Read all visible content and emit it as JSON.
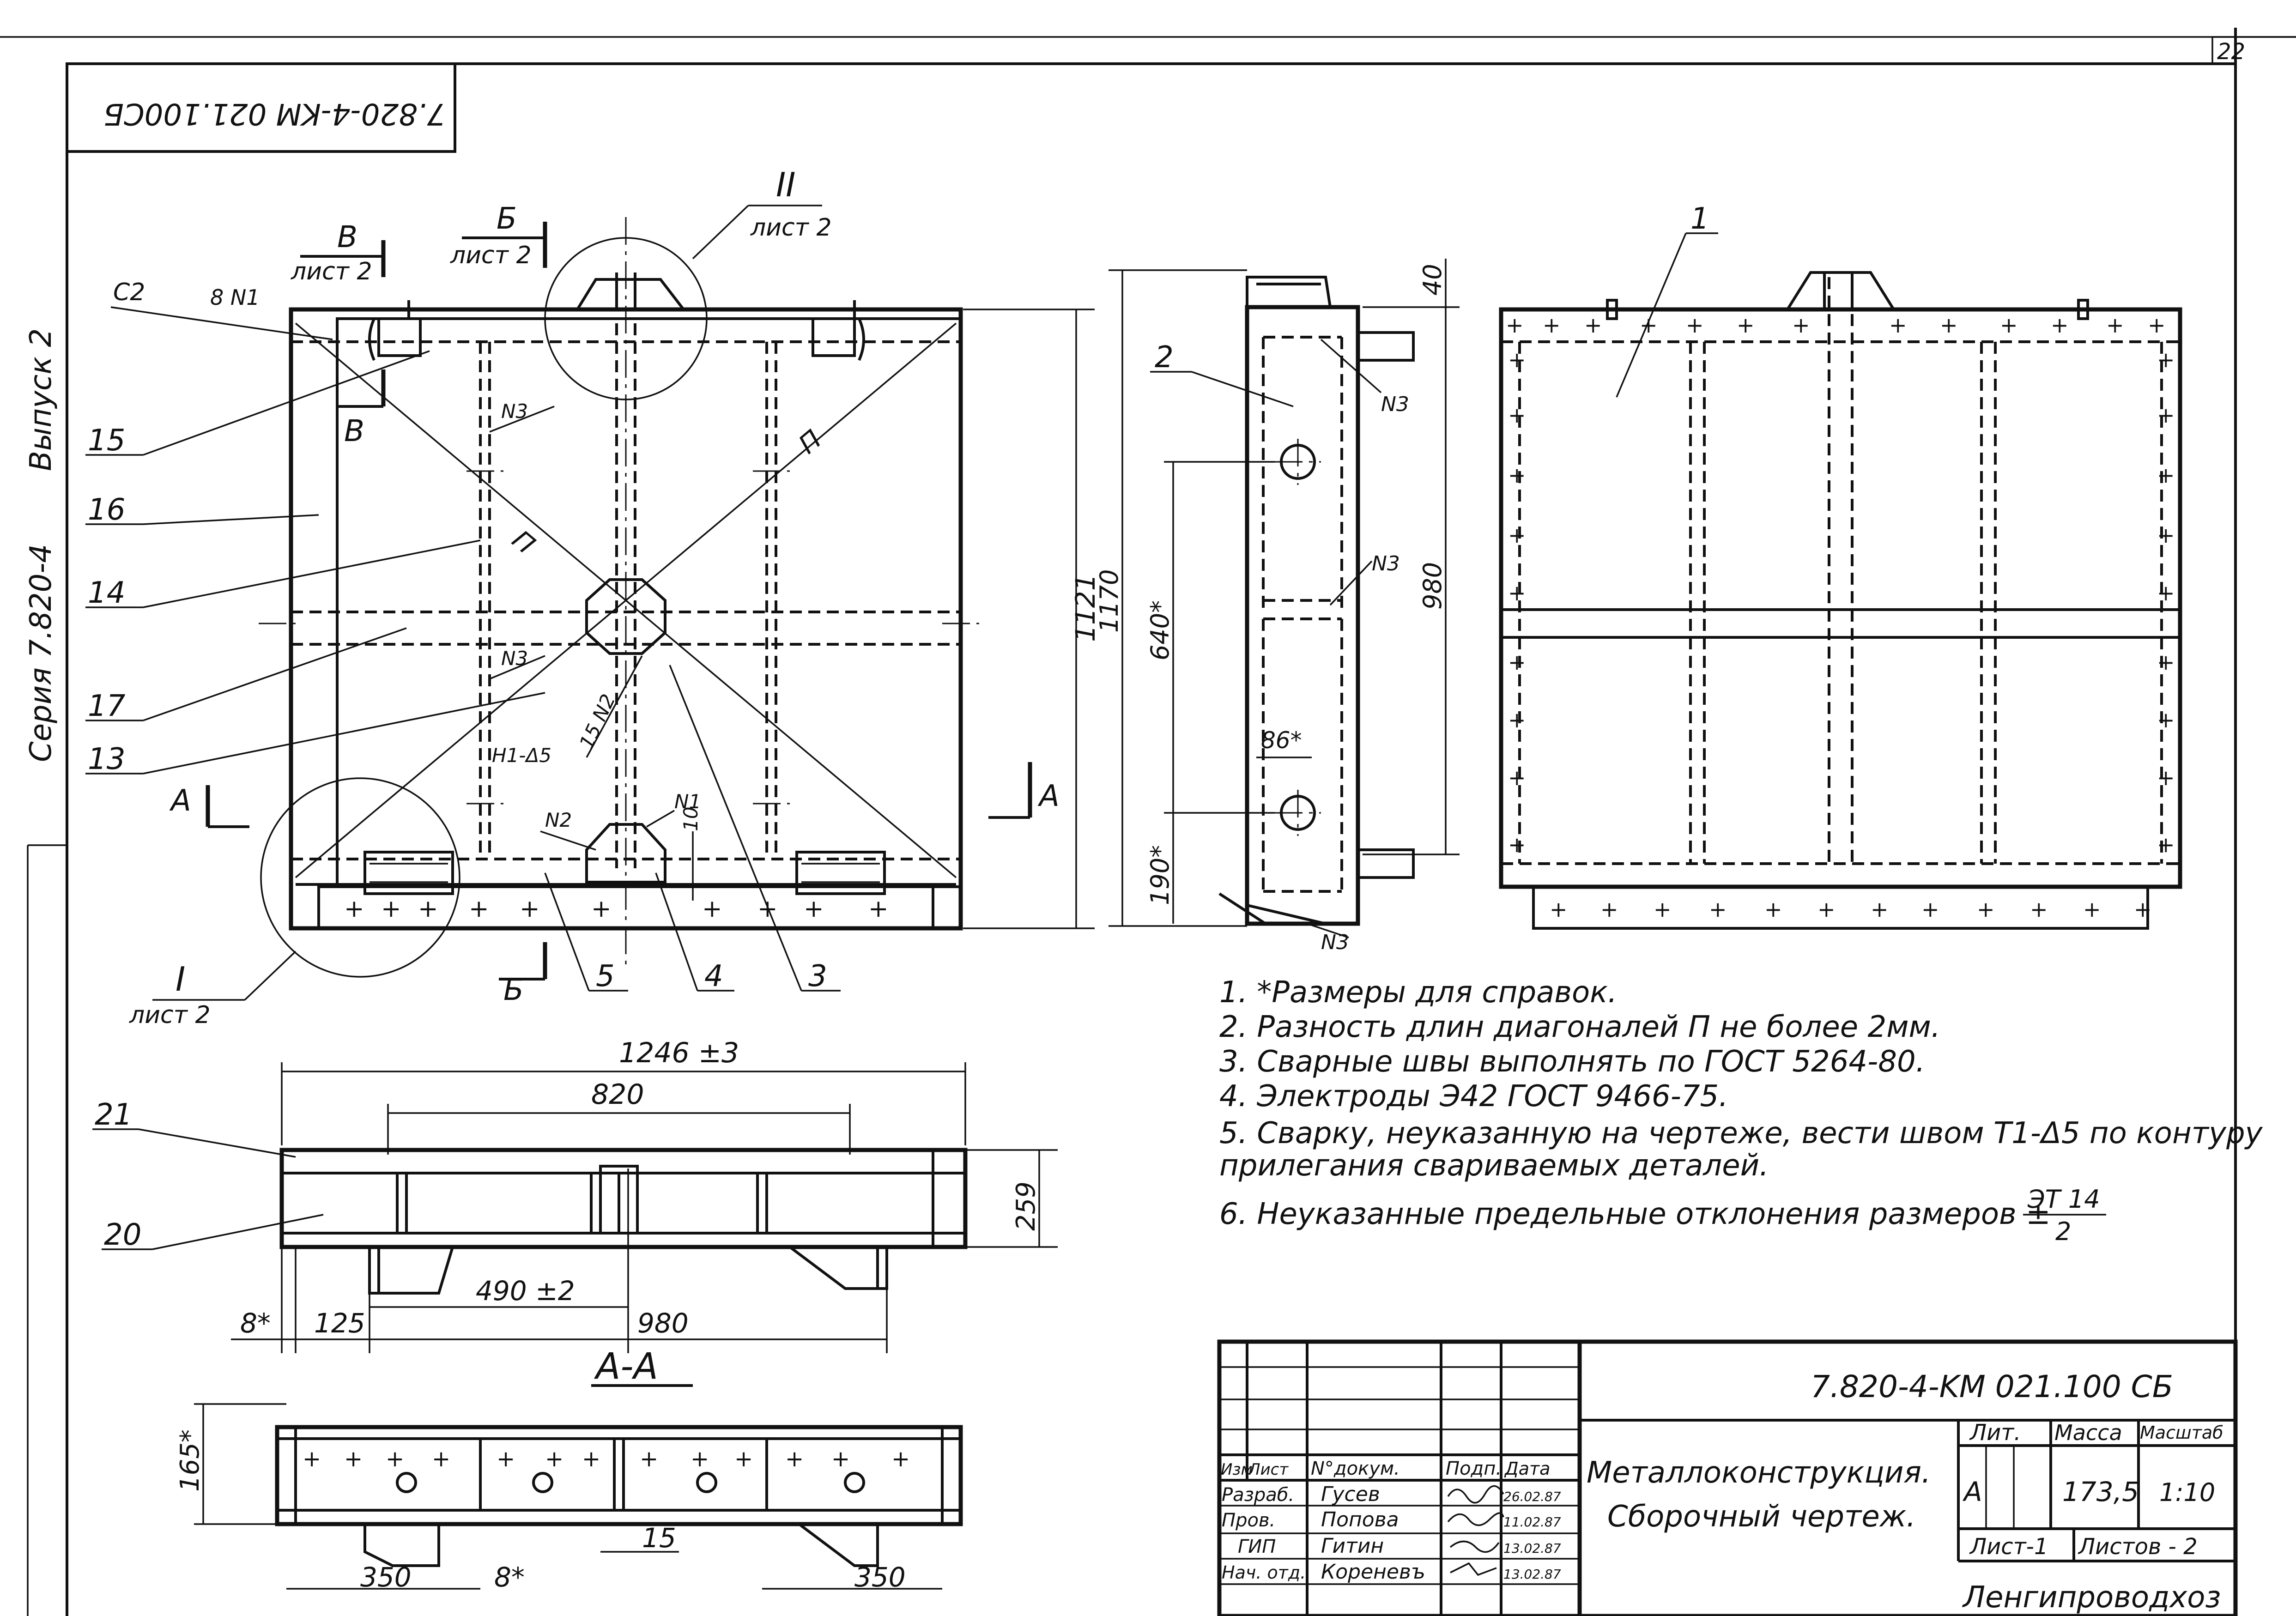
{
  "sheet_number": "22",
  "document_code": "7.820-4-KM 021.100СБ",
  "document_code_rotated": "7.820-4-KM 021.100СБ",
  "series_text": "Серия 7.820-4",
  "issue_text": "Выпуск 2",
  "views": {
    "main": {
      "labels": {
        "c2": "С2",
        "weld_8n1": "8 N1",
        "section_b": "В",
        "section_b_sheet": "лист 2",
        "section_b2": "Б",
        "section_b2_sheet": "лист 2",
        "section_a": "А",
        "detail_ii": "II",
        "detail_ii_sheet": "лист 2",
        "detail_i": "I",
        "detail_i_sheet": "лист 2",
        "diag": "П",
        "n3": "N3",
        "n2": "N2",
        "n1": "N1",
        "weld_15n2": "15 N2",
        "weld_h1": "Н1-Δ5",
        "dim_10": "10"
      },
      "callouts": [
        "15",
        "16",
        "14",
        "17",
        "13",
        "5",
        "4",
        "3"
      ]
    },
    "side": {
      "callout": "2",
      "dims": {
        "d40": "40",
        "d1170": "1170",
        "d1121": "1121",
        "d980": "980",
        "d640": "640*",
        "d86": "86*",
        "d190": "190*"
      },
      "labels": {
        "n3_top": "N3",
        "n3_mid": "N3",
        "n3_bot": "N3"
      }
    },
    "back": {
      "callout": "1"
    },
    "section_aa": {
      "title": "А-А",
      "callouts": [
        "21",
        "20"
      ],
      "dims": {
        "d1246": "1246 ±3",
        "d820": "820",
        "d259": "259",
        "d490": "490 ±2",
        "d980": "980",
        "d8": "8*",
        "d125": "125"
      }
    },
    "plan": {
      "dims": {
        "d165": "165*",
        "d350a": "350",
        "d8": "8*",
        "d15": "15",
        "d350b": "350"
      }
    }
  },
  "notes": [
    "1. *Размеры для справок.",
    "2. Разность длин диагоналей П не более  2мм.",
    "3. Сварные швы выполнять по ГОСТ 5264-80.",
    "4. Электроды Э42  ГОСТ 9466-75.",
    "5. Сварку, неуказанную на чертеже, вести швом Т1-Δ5 по контуру",
    "   прилегания свариваемых деталей.",
    "6. Неуказанные предельные отклонения размеров  ±"
  ],
  "tolerance_fraction": {
    "numerator": "ЭТ 14",
    "denominator": "2"
  },
  "title_block": {
    "code": "7.820-4-KM 021.100 СБ",
    "title_line1": "Металлоконструкция.",
    "title_line2": "Сборочный чертеж.",
    "headers": {
      "izm": "Изм",
      "list": "Лист",
      "doc": "N°докум.",
      "sign": "Подп.",
      "date": "Дата"
    },
    "rows": [
      {
        "role": "Разраб.",
        "name": "Гусев",
        "date": "26.02.87"
      },
      {
        "role": "Пров.",
        "name": "Попова",
        "date": "11.02.87"
      },
      {
        "role": "ГИП",
        "name": "Гитин",
        "date": "13.02.87"
      },
      {
        "role": "Нач. отд.",
        "name": "Кореневъ",
        "date": "13.02.87"
      }
    ],
    "lit_label": "Лит.",
    "mass_label": "Масса",
    "scale_label": "Масштаб",
    "lit_value": "А",
    "mass_value": "173,5",
    "scale_value": "1:10",
    "sheet_label": "Лист-1",
    "sheets_label": "Листов - 2",
    "org": "Ленгипроводхоз"
  }
}
